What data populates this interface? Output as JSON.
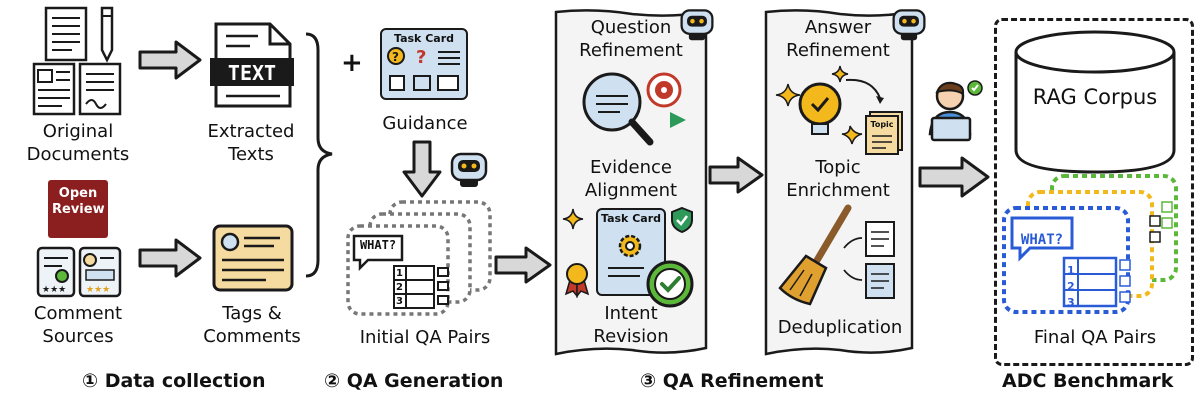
{
  "col1": {
    "original_documents": "Original Documents",
    "comment_sources": "Comment Sources",
    "openreview_badge": "Open Review"
  },
  "col2": {
    "text_icon_word": "TEXT",
    "extracted_texts": "Extracted Texts",
    "tags_comments": "Tags & Comments"
  },
  "col3": {
    "task_card_title": "Task Card",
    "guidance": "Guidance",
    "plus": "+",
    "what_bubble": "WHAT?",
    "initial_qa_pairs": "Initial QA Pairs",
    "row_numbers": [
      "1",
      "2",
      "3"
    ],
    "row_mark": "#",
    "ai_badge": "AI"
  },
  "col4": {
    "question_refinement": "Question Refinement",
    "evidence_alignment": "Evidence Alignment",
    "task_card_title": "Task Card",
    "intent_revision": "Intent Revision"
  },
  "col5": {
    "answer_refinement": "Answer Refinement",
    "topic_card": "Topic",
    "topic_enrichment": "Topic Enrichment",
    "deduplication": "Deduplication"
  },
  "col6": {
    "rag_corpus": "RAG Corpus",
    "what_bubble": "WHAT?",
    "final_qa_pairs": "Final QA Pairs"
  },
  "stages": {
    "data_collection": "① Data collection",
    "qa_generation": "② QA Generation",
    "qa_refinement": "③ QA Refinement",
    "adc_benchmark": "ADC Benchmark"
  },
  "colors": {
    "ink": "#1a1a1a",
    "arrow_fill": "#d8d8d8",
    "openreview_red": "#8b1e1e",
    "card_blue": "#cfe0f0",
    "tag_yellow": "#f6dba0",
    "final_blue": "#2a5bd7",
    "final_green": "#5cb83a",
    "final_yellow": "#f2b81c"
  }
}
